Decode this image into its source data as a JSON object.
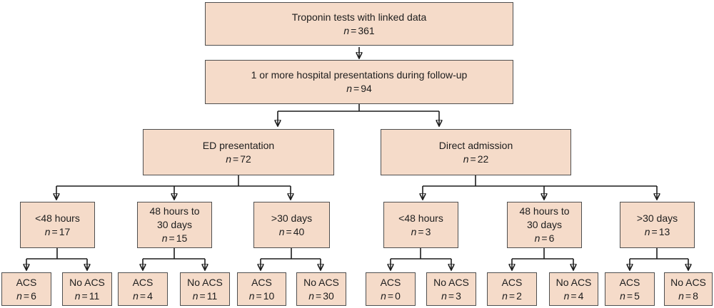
{
  "diagram": {
    "background_color": "#ffffff",
    "box_fill_color": "#f5dbc9",
    "box_border_color": "#4f4f4f",
    "connector_color": "#1c1c1c",
    "n_symbol": "n",
    "eq_symbol": "=",
    "nodes": {
      "root": {
        "label": "Troponin tests with linked data",
        "n": "361"
      },
      "followup": {
        "label": "1 or more hospital presentations during follow-up",
        "n": "94"
      },
      "ed": {
        "label": "ED presentation",
        "n": "72"
      },
      "direct": {
        "label": "Direct admission",
        "n": "22"
      },
      "ed_lt48": {
        "label": "<48 hours",
        "n": "17"
      },
      "ed_48_30": {
        "label": "48 hours to\n30 days",
        "n": "15"
      },
      "ed_gt30": {
        "label": ">30 days",
        "n": "40"
      },
      "da_lt48": {
        "label": "<48 hours",
        "n": "3"
      },
      "da_48_30": {
        "label": "48 hours to\n30 days",
        "n": "6"
      },
      "da_gt30": {
        "label": ">30 days",
        "n": "13"
      },
      "ed_lt48_acs": {
        "label": "ACS",
        "n": "6"
      },
      "ed_lt48_noacs": {
        "label": "No ACS",
        "n": "11"
      },
      "ed_48_30_acs": {
        "label": "ACS",
        "n": "4"
      },
      "ed_48_30_noacs": {
        "label": "No ACS",
        "n": "11"
      },
      "ed_gt30_acs": {
        "label": "ACS",
        "n": "10"
      },
      "ed_gt30_noacs": {
        "label": "No ACS",
        "n": "30"
      },
      "da_lt48_acs": {
        "label": "ACS",
        "n": "0"
      },
      "da_lt48_noacs": {
        "label": "No ACS",
        "n": "3"
      },
      "da_48_30_acs": {
        "label": "ACS",
        "n": "2"
      },
      "da_48_30_noacs": {
        "label": "No ACS",
        "n": "4"
      },
      "da_gt30_acs": {
        "label": "ACS",
        "n": "5"
      },
      "da_gt30_noacs": {
        "label": "No ACS",
        "n": "8"
      }
    }
  }
}
